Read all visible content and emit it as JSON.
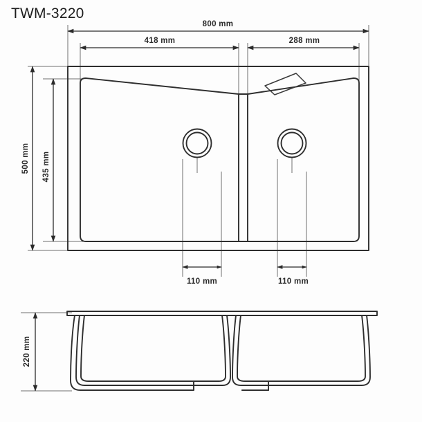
{
  "document": {
    "title": "TWM-3220",
    "type": "technical-drawing",
    "product": "double-bowl-kitchen-sink",
    "unit": "mm"
  },
  "views": {
    "top": {
      "name": "top-view",
      "dimensions": {
        "overall_width": "800 mm",
        "overall_depth": "500 mm",
        "left_bowl_width": "418 mm",
        "right_bowl_width": "288 mm",
        "inner_depth": "435 mm",
        "left_drain_offset": "110 mm",
        "right_drain_offset": "110 mm"
      },
      "features": {
        "left_drain": "drain-hole",
        "right_drain": "drain-hole",
        "faucet_ledge": "tap-hole-platform",
        "divider": "bowl-divider"
      }
    },
    "side": {
      "name": "side-section-view",
      "dimensions": {
        "bowl_depth": "220 mm"
      }
    }
  },
  "colors": {
    "line": "#2e2e2e",
    "dimension": "#2b2b2b",
    "extension": "#6f6f6f",
    "background": "#fdfdfd",
    "text": "#1d1d1d"
  }
}
